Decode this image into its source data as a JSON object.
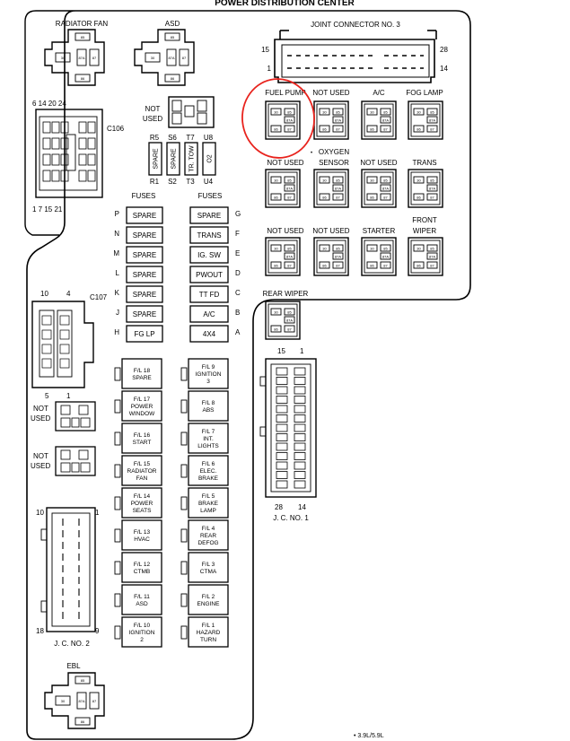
{
  "title": "POWER DISTRIBUTION CENTER",
  "relays": {
    "radiator_fan": {
      "label": "RADIATOR FAN"
    },
    "asd": {
      "label": "ASD"
    },
    "ebl": {
      "label": "EBL"
    },
    "not_used_center": {
      "label_1": "NOT",
      "label_2": "USED"
    },
    "fuel_pump": {
      "label": "FUEL PUMP"
    },
    "not_used_1": {
      "label": "NOT USED"
    },
    "ac": {
      "label": "A/C"
    },
    "fog_lamp": {
      "label": "FOG LAMP"
    },
    "not_used_2": {
      "label": "NOT USED"
    },
    "oxygen_sensor": {
      "label_1": "OXYGEN",
      "label_2": "SENSOR"
    },
    "not_used_3": {
      "label": "NOT USED"
    },
    "trans": {
      "label": "TRANS"
    },
    "not_used_4": {
      "label": "NOT USED"
    },
    "not_used_5": {
      "label": "NOT USED"
    },
    "starter": {
      "label": "STARTER"
    },
    "front_wiper": {
      "label_1": "FRONT",
      "label_2": "WIPER"
    },
    "rear_wiper": {
      "label": "REAR WIPER"
    }
  },
  "pins": {
    "p30": "30",
    "p85": "85",
    "p86": "86",
    "p87": "87",
    "p87a": "87A"
  },
  "joint_connector_3": {
    "label": "JOINT CONNECTOR NO. 3",
    "pin_15": "15",
    "pin_28": "28",
    "pin_1": "1",
    "pin_14": "14"
  },
  "connector_c106": {
    "label": "C106",
    "top_pins": "6  14 20 24",
    "bottom_pins": "1   7  15 21"
  },
  "connector_c107": {
    "label": "C107",
    "top_pin_a": "10",
    "top_pin_b": "4",
    "bottom_pin_a": "5",
    "bottom_pin_b": "1"
  },
  "not_used_small_1": {
    "label_1": "NOT",
    "label_2": "USED"
  },
  "not_used_small_2": {
    "label_1": "NOT",
    "label_2": "USED"
  },
  "jc2": {
    "label": "J. C. NO. 2",
    "pin_10": "10",
    "pin_1": "1",
    "pin_18": "18",
    "pin_9": "9"
  },
  "jc1": {
    "label": "J. C. NO. 1",
    "pin_15": "15",
    "pin_1": "1",
    "pin_28": "28",
    "pin_14": "14"
  },
  "small_fuses": {
    "top": [
      {
        "id": "R5",
        "label": "SPARE"
      },
      {
        "id": "S6",
        "label": "SPARE"
      },
      {
        "id": "T7",
        "label": "TR. TOW"
      },
      {
        "id": "U8",
        "label": "O2"
      }
    ],
    "bottom_ids": [
      "R1",
      "S2",
      "T3",
      "U4"
    ]
  },
  "fuses": {
    "left_header": "FUSES",
    "right_header": "FUSES",
    "left": [
      {
        "letter": "P",
        "label": "SPARE"
      },
      {
        "letter": "N",
        "label": "SPARE"
      },
      {
        "letter": "M",
        "label": "SPARE"
      },
      {
        "letter": "L",
        "label": "SPARE"
      },
      {
        "letter": "K",
        "label": "SPARE"
      },
      {
        "letter": "J",
        "label": "SPARE"
      },
      {
        "letter": "H",
        "label": "FG LP"
      }
    ],
    "right": [
      {
        "letter": "G",
        "label": "SPARE"
      },
      {
        "letter": "F",
        "label": "TRANS"
      },
      {
        "letter": "E",
        "label": "IG. SW"
      },
      {
        "letter": "D",
        "label": "PWOUT"
      },
      {
        "letter": "C",
        "label": "TT FD"
      },
      {
        "letter": "B",
        "label": "A/C"
      },
      {
        "letter": "A",
        "label": "4X4"
      }
    ]
  },
  "fusible_links": {
    "left": [
      {
        "lines": [
          "F/L 18",
          "SPARE"
        ]
      },
      {
        "lines": [
          "F/L 17",
          "POWER",
          "WINDOW"
        ]
      },
      {
        "lines": [
          "F/L 16",
          "START"
        ]
      },
      {
        "lines": [
          "F/L 15",
          "RADIATOR",
          "FAN"
        ]
      },
      {
        "lines": [
          "F/L 14",
          "POWER",
          "SEATS"
        ]
      },
      {
        "lines": [
          "F/L 13",
          "HVAC"
        ]
      },
      {
        "lines": [
          "F/L 12",
          "CTMB"
        ]
      },
      {
        "lines": [
          "F/L 11",
          "ASD"
        ]
      },
      {
        "lines": [
          "F/L 10",
          "IGNITION",
          "2"
        ]
      }
    ],
    "right": [
      {
        "lines": [
          "F/L 9",
          "IGNITION",
          "3"
        ]
      },
      {
        "lines": [
          "F/L 8",
          "ABS"
        ]
      },
      {
        "lines": [
          "F/L 7",
          "INT.",
          "LIGHTS"
        ]
      },
      {
        "lines": [
          "F/L 6",
          "ELEC.",
          "BRAKE"
        ]
      },
      {
        "lines": [
          "F/L 5",
          "BRAKE",
          "LAMP"
        ]
      },
      {
        "lines": [
          "F/L 4",
          "REAR",
          "DEFOG"
        ]
      },
      {
        "lines": [
          "F/L 3",
          "CTMA"
        ]
      },
      {
        "lines": [
          "F/L 2",
          "ENGINE"
        ]
      },
      {
        "lines": [
          "F/L 1",
          "HAZARD",
          "TURN"
        ]
      }
    ]
  },
  "footnote": "• 3.9L/5.9L",
  "oxygen_bullet": "•",
  "colors": {
    "line": "#000000",
    "highlight_circle": "#e8231d",
    "background": "#ffffff"
  }
}
